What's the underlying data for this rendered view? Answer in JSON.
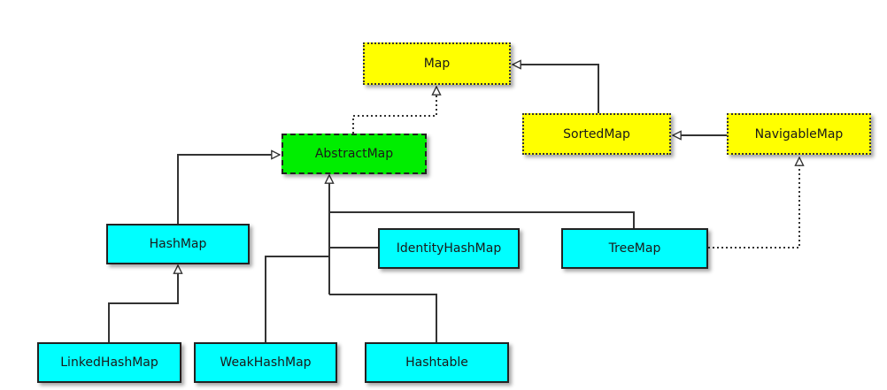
{
  "diagram": {
    "nodes": {
      "map": "Map",
      "sorted_map": "SortedMap",
      "navigable_map": "NavigableMap",
      "abstract_map": "AbstractMap",
      "hash_map": "HashMap",
      "identity_hash_map": "IdentityHashMap",
      "tree_map": "TreeMap",
      "linked_hash_map": "LinkedHashMap",
      "weak_hash_map": "WeakHashMap",
      "hashtable": "Hashtable"
    },
    "colors": {
      "interface": "#ffff00",
      "abstract_class": "#00ee00",
      "class": "#00ffff",
      "line": "#333333"
    }
  }
}
